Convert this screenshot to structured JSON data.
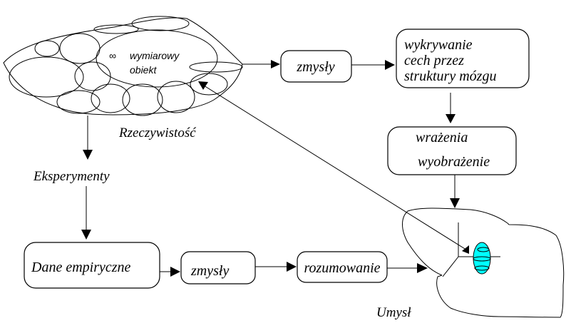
{
  "diagram": {
    "reality": {
      "object_symbol": "∞",
      "object_line1": "wymiarowy",
      "object_line2": "obiekt",
      "label": "Rzeczywistość"
    },
    "top_row": {
      "senses": "zmysły",
      "detection_line1": "wykrywanie",
      "detection_line2": "cech przez",
      "detection_line3": "struktury mózgu"
    },
    "impressions": {
      "line1": "wrażenia",
      "line2": "wyobrażenie"
    },
    "experiments": "Eksperymenty",
    "bottom_row": {
      "empirical_data": "Dane empiryczne",
      "senses": "zmysły",
      "reasoning": "rozumowanie"
    },
    "mind": {
      "label": "Umysł",
      "model_color": "#00ffff"
    },
    "edges": [
      {
        "from": "Rzeczywistość",
        "to": "zmysły"
      },
      {
        "from": "zmysły",
        "to": "wykrywanie cech przez struktury mózgu"
      },
      {
        "from": "wykrywanie cech przez struktury mózgu",
        "to": "wrażenia wyobrażenie"
      },
      {
        "from": "wrażenia wyobrażenie",
        "to": "Umysł"
      },
      {
        "from": "Rzeczywistość",
        "to": "Eksperymenty"
      },
      {
        "from": "Eksperymenty",
        "to": "Dane empiryczne"
      },
      {
        "from": "Dane empiryczne",
        "to": "zmysły"
      },
      {
        "from": "zmysły",
        "to": "rozumowanie"
      },
      {
        "from": "rozumowanie",
        "to": "Umysł"
      },
      {
        "from": "Umysł",
        "to": "Rzeczywistość"
      }
    ]
  }
}
